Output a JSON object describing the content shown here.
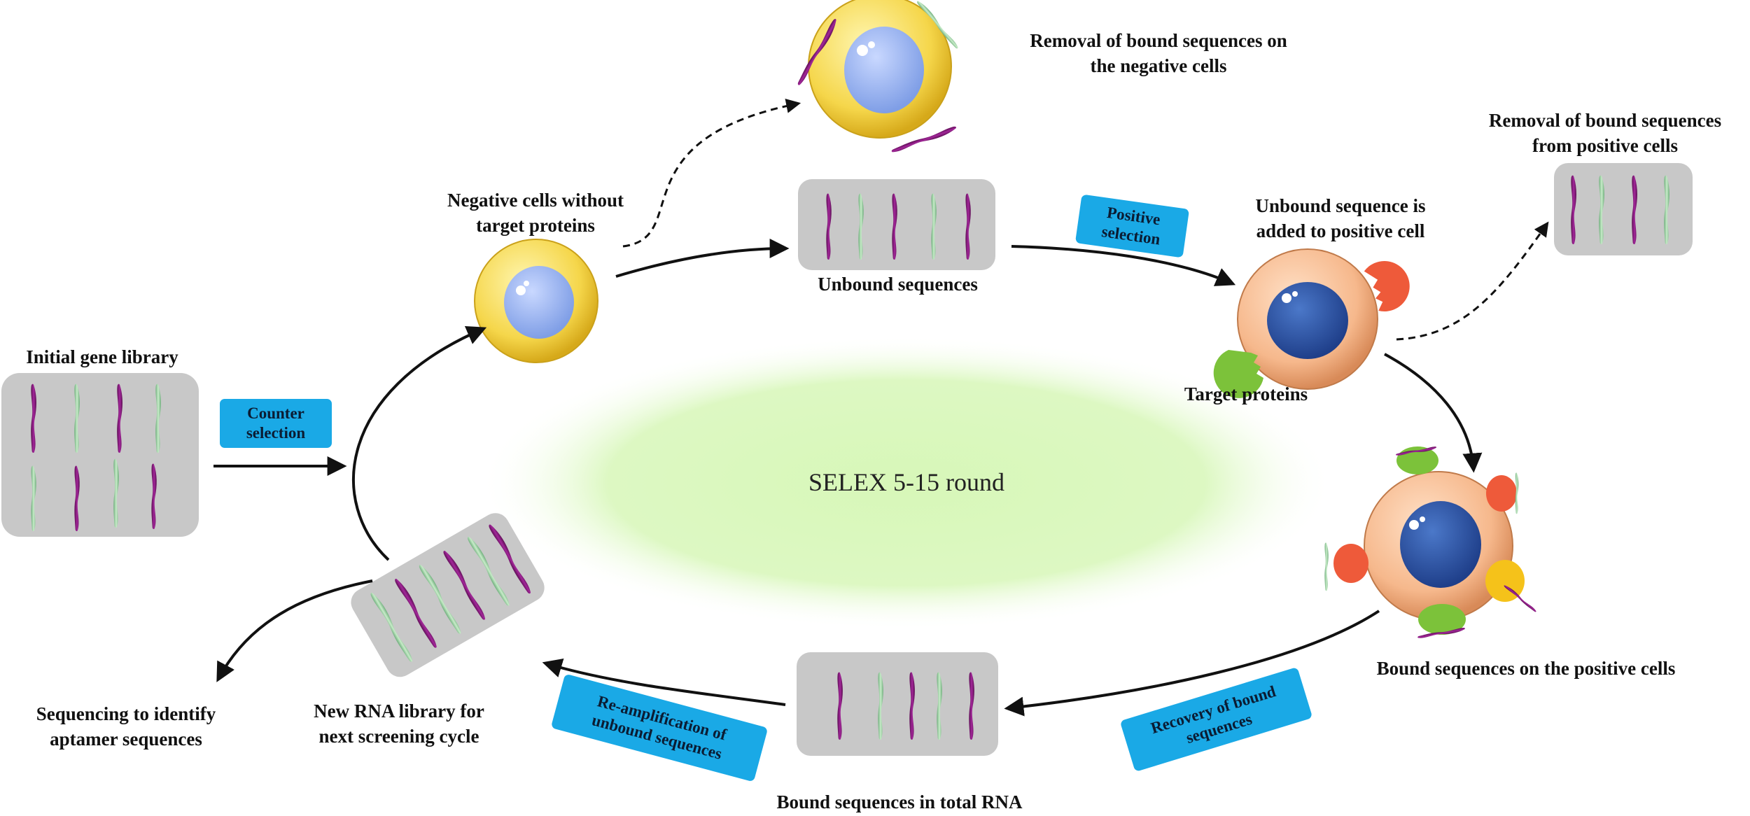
{
  "center_title": "SELEX 5-15 round",
  "labels": {
    "initial_library": [
      "Initial gene library"
    ],
    "negative_cells": [
      "Negative cells without",
      "target proteins"
    ],
    "removal_negative": [
      "Removal of bound sequences  on",
      "the negative cells"
    ],
    "unbound_sequences": [
      "Unbound sequences"
    ],
    "unbound_added": [
      "Unbound sequence is",
      "added to positive cell"
    ],
    "removal_positive": [
      "Removal of bound sequences",
      "from positive cells"
    ],
    "target_proteins": [
      "Target proteins"
    ],
    "bound_positive": [
      "Bound sequences on the positive cells"
    ],
    "bound_total_rna": [
      "Bound sequences in total RNA"
    ],
    "new_rna_library": [
      "New RNA library for",
      "next screening cycle"
    ],
    "sequencing": [
      "Sequencing to identify",
      "aptamer sequences"
    ]
  },
  "steps": {
    "counter_selection": [
      "Counter",
      "selection"
    ],
    "positive_selection": [
      "Positive",
      "selection"
    ],
    "recovery": [
      "Recovery of bound",
      "sequences"
    ],
    "reamplification": [
      "Re-amplification of",
      "unbound sequences"
    ]
  },
  "colors": {
    "purple_strand": "#8b1a7e",
    "green_strand": "#9fd3a8",
    "box_gray": "#c8c8c8",
    "pill_blue": "#1aa9e6",
    "neg_cell": "#f5d64a",
    "pos_cell": "#f6b88c",
    "glow": "#c9f2a6"
  }
}
